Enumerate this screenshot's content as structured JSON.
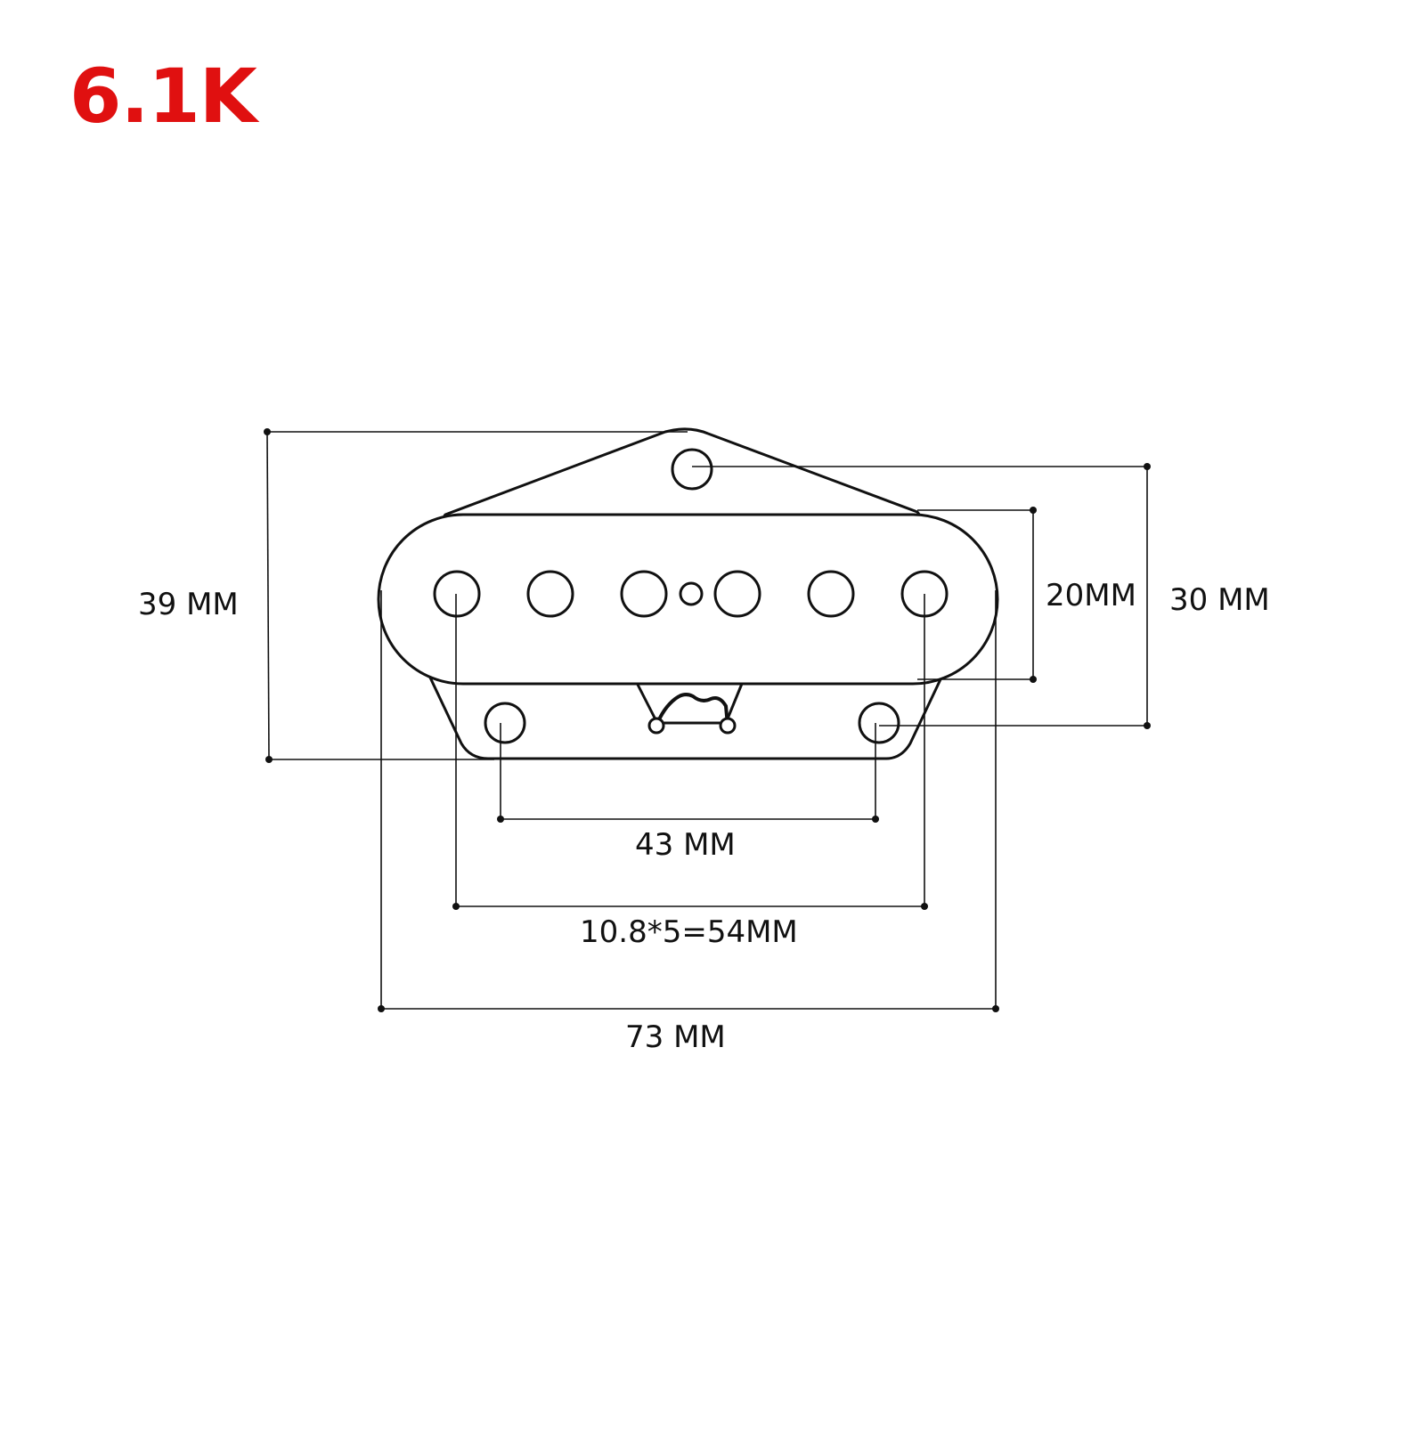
{
  "title": "6.1K",
  "accent_color": "#e01010",
  "diagram": {
    "subject": "single-coil pickup outline",
    "dimensions": {
      "height_total": "39 MM",
      "coil_height": "20MM",
      "mount_spacing_vertical": "30 MM",
      "mount_spacing_horizontal": "43 MM",
      "pole_span": "10.8*5=54MM",
      "width_total": "73 MM"
    },
    "pole_piece_count": 6,
    "mounting_hole_count": 3
  }
}
